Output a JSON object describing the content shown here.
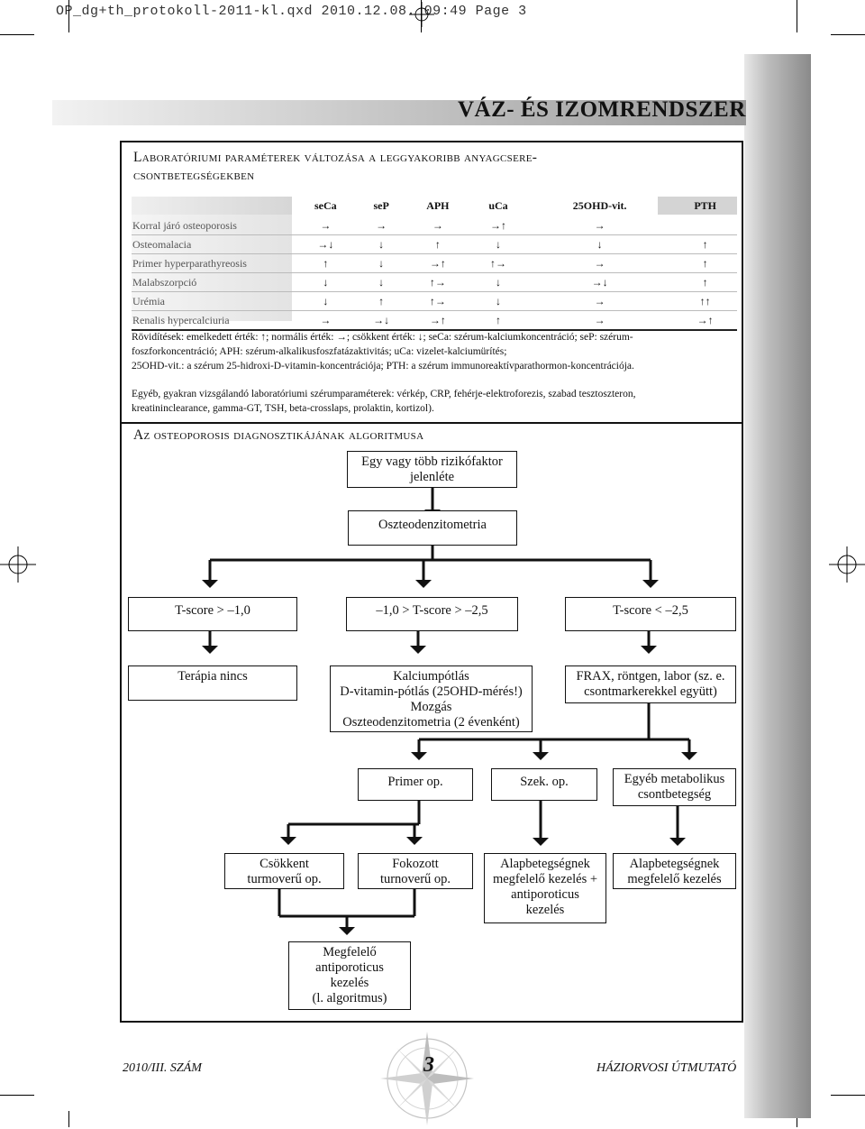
{
  "slug": "OP_dg+th_protokoll-2011-kl.qxd   2010.12.08.   09:49   Page 3",
  "header": {
    "title": "VÁZ- ÉS IZOMRENDSZER"
  },
  "lab_section": {
    "title_line1": "Laboratóriumi paraméterek változása a leggyakoribb anyagcsere-",
    "title_line2": "csontbetegségekben",
    "columns": [
      "seCa",
      "seP",
      "APH",
      "uCa",
      "25OHD-vit.",
      "PTH"
    ],
    "rows": [
      {
        "name": "Korral járó osteoporosis",
        "cells": [
          "→",
          "→",
          "→",
          "→↑",
          "→",
          ""
        ]
      },
      {
        "name": "Osteomalacia",
        "cells": [
          "→↓",
          "↓",
          "↑",
          "↓",
          "↓",
          "↑"
        ]
      },
      {
        "name": "Primer hyperparathyreosis",
        "cells": [
          "↑",
          "↓",
          "→↑",
          "↑→",
          "→",
          "↑"
        ]
      },
      {
        "name": "Malabszorpció",
        "cells": [
          "↓",
          "↓",
          "↑→",
          "↓",
          "→↓",
          "↑"
        ]
      },
      {
        "name": "Urémia",
        "cells": [
          "↓",
          "↑",
          "↑→",
          "↓",
          "→",
          "↑↑"
        ]
      },
      {
        "name": "Renalis hypercalciuria",
        "cells": [
          "→",
          "→↓",
          "→↑",
          "↑",
          "→",
          "→↑"
        ]
      }
    ],
    "abbrev_line1": "Rövidítések: emelkedett érték: ↑; normális érték: →; csökkent érték: ↓; seCa: szérum-kalciumkoncentráció; seP: szérum-",
    "abbrev_line2": "foszforkoncentráció; APH: szérum-alkalikusfoszfatázaktivitás; uCa: vizelet-kalciumürítés;",
    "abbrev_line3": "25OHD-vit.: a szérum 25-hidroxi-D-vitamin-koncentrációja; PTH: a szérum immunoreaktívparathormon-koncentrációja.",
    "other_line1": "Egyéb, gyakran vizsgálandó laboratóriumi szérumparaméterek: vérkép, CRP, fehérje-elektroforezis, szabad tesztoszteron,",
    "other_line2": "kreatininclearance, gamma-GT, TSH, beta-crosslaps, prolaktin, kortizol)."
  },
  "algo_section": {
    "title": "Az osteoporosis diagnosztikájának algoritmusa",
    "nodes": {
      "risk": [
        "Egy vagy több rizikófaktor",
        "jelenléte"
      ],
      "dxa": [
        "Oszteodenzitometria"
      ],
      "t1": [
        "T-score > –1,0"
      ],
      "t2": [
        "–1,0 > T-score > –2,5"
      ],
      "t3": [
        "T-score < –2,5"
      ],
      "no_therapy": [
        "Terápia nincs"
      ],
      "calcium": [
        "Kalciumpótlás",
        "D-vitamin-pótlás (25OHD-mérés!)",
        "Mozgás",
        "Oszteodenzitometria (2 évenként)"
      ],
      "frax": [
        "FRAX, röntgen, labor (sz. e.",
        "csontmarkerekkel együtt)"
      ],
      "primer": [
        "Primer op."
      ],
      "szek": [
        "Szek. op."
      ],
      "egyeb": [
        "Egyéb metabolikus",
        "csontbetegség"
      ],
      "csokkent": [
        "Csökkent",
        "turmoverű op."
      ],
      "fokozott": [
        "Fokozott",
        "turnoverű op."
      ],
      "alap1": [
        "Alapbetegségnek",
        "megfelelő kezelés +",
        "antiporoticus",
        "kezelés"
      ],
      "alap2": [
        "Alapbetegségnek",
        "megfelelő kezelés"
      ],
      "megfelelo": [
        "Megfelelő",
        "antiporoticus",
        "kezelés",
        "(l. algoritmus)"
      ]
    }
  },
  "footer": {
    "left": "2010/III. SZÁM",
    "page": "3",
    "right": "HÁZIORVOSI ÚTMUTATÓ"
  }
}
